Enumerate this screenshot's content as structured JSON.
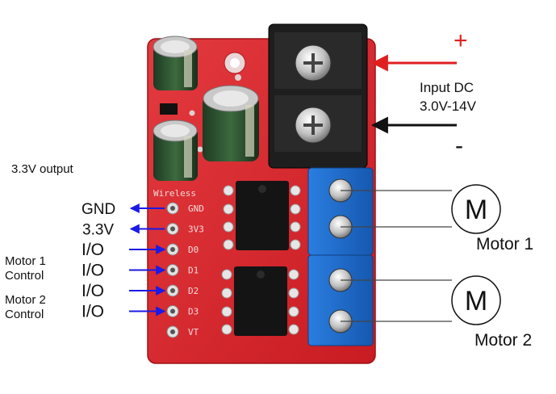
{
  "power": {
    "plus_sign": "+",
    "minus_sign": "-",
    "input_label_line1": "Input DC",
    "input_label_line2": "3.0V-14V"
  },
  "output_note": "3.3V output",
  "pins": [
    {
      "label": "GND",
      "silk": "GND"
    },
    {
      "label": "3.3V",
      "silk": "3V3"
    },
    {
      "label": "I/O",
      "silk": "D0"
    },
    {
      "label": "I/O",
      "silk": "D1"
    },
    {
      "label": "I/O",
      "silk": "D2"
    },
    {
      "label": "I/O",
      "silk": "D3"
    },
    {
      "label": "",
      "silk": "VT"
    }
  ],
  "board": {
    "silk_header": "Wireless"
  },
  "motors": [
    {
      "symbol": "M",
      "label": "Motor 1",
      "control_line1": "Motor 1",
      "control_line2": "Control"
    },
    {
      "symbol": "M",
      "label": "Motor 2",
      "control_line1": "Motor 2",
      "control_line2": "Control"
    }
  ],
  "colors": {
    "board": "#d8232a",
    "plus_arrow": "#e02020",
    "minus_arrow": "#111111",
    "pin_arrow": "#1a1ae6",
    "terminal_blue": "#1f6fd1",
    "power_terminal": "#1a1a1a"
  }
}
